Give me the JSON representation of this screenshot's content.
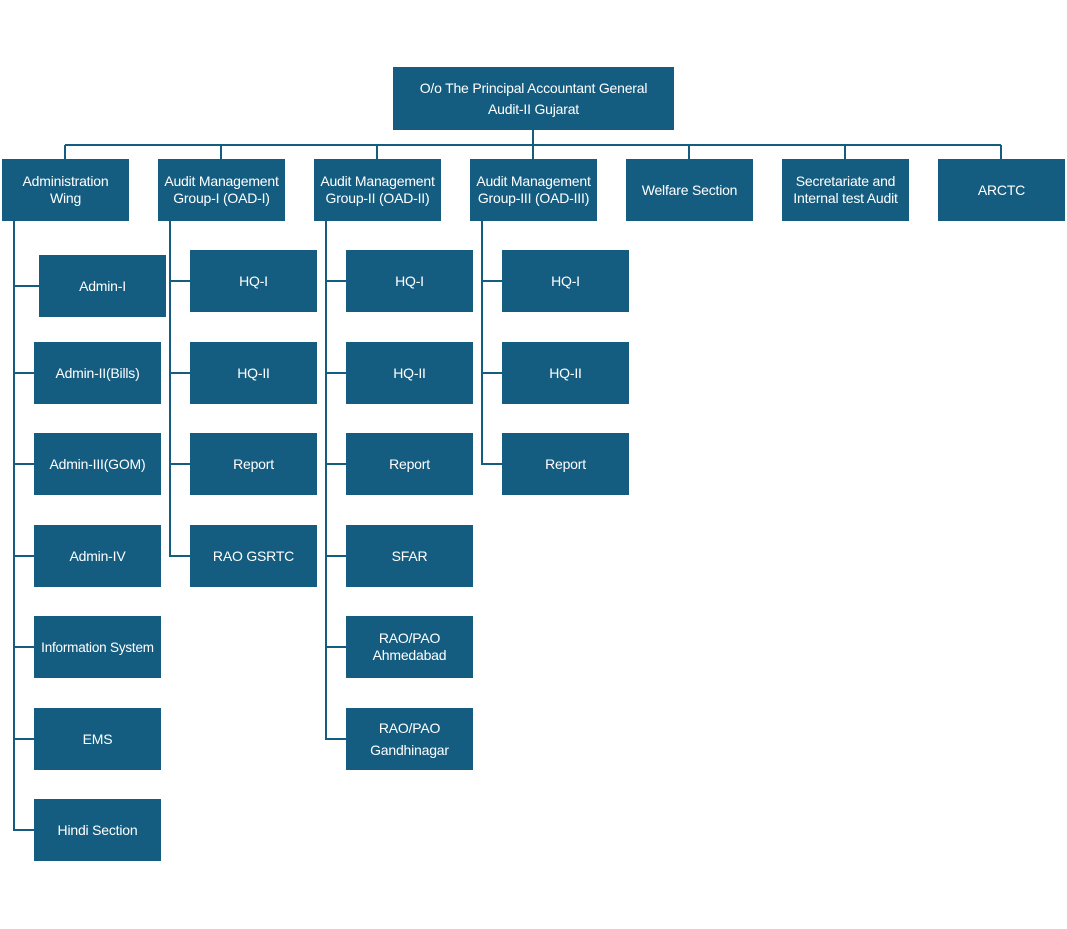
{
  "root": {
    "line1": "O/o The Principal Accountant General",
    "line2": "Audit-II Gujarat"
  },
  "top_level": [
    {
      "line1": "Administration",
      "line2": "Wing"
    },
    {
      "line1": "Audit Management",
      "line2": "Group-I (OAD-I)"
    },
    {
      "line1": "Audit Management",
      "line2": "Group-II (OAD-II)"
    },
    {
      "line1": "Audit Management",
      "line2": "Group-III (OAD-III)"
    },
    {
      "line1": "Welfare Section",
      "line2": ""
    },
    {
      "line1": "Secretariate and",
      "line2": "Internal test Audit"
    },
    {
      "line1": "ARCTC",
      "line2": ""
    }
  ],
  "admin_children": [
    {
      "line1": "Admin-I",
      "line2": ""
    },
    {
      "line1": "Admin-II(Bills)",
      "line2": ""
    },
    {
      "line1": "Admin-III(GOM)",
      "line2": ""
    },
    {
      "line1": "Admin-IV",
      "line2": ""
    },
    {
      "line1": "Information System",
      "line2": ""
    },
    {
      "line1": "EMS",
      "line2": ""
    },
    {
      "line1": "Hindi Section",
      "line2": ""
    }
  ],
  "oad1_children": [
    {
      "line1": "HQ-I",
      "line2": ""
    },
    {
      "line1": "HQ-II",
      "line2": ""
    },
    {
      "line1": "Report",
      "line2": ""
    },
    {
      "line1": "RAO GSRTC",
      "line2": ""
    }
  ],
  "oad2_children": [
    {
      "line1": "HQ-I",
      "line2": ""
    },
    {
      "line1": "HQ-II",
      "line2": ""
    },
    {
      "line1": "Report",
      "line2": ""
    },
    {
      "line1": "SFAR",
      "line2": ""
    },
    {
      "line1": "RAO/PAO",
      "line2": "Ahmedabad"
    },
    {
      "line1": "RAO/PAO",
      "line2": "Gandhinagar"
    }
  ],
  "oad3_children": [
    {
      "line1": "HQ-I",
      "line2": ""
    },
    {
      "line1": "HQ-II",
      "line2": ""
    },
    {
      "line1": "Report",
      "line2": ""
    }
  ],
  "colors": {
    "box": "#155d80",
    "line": "#155d80",
    "text": "#ffffff"
  }
}
